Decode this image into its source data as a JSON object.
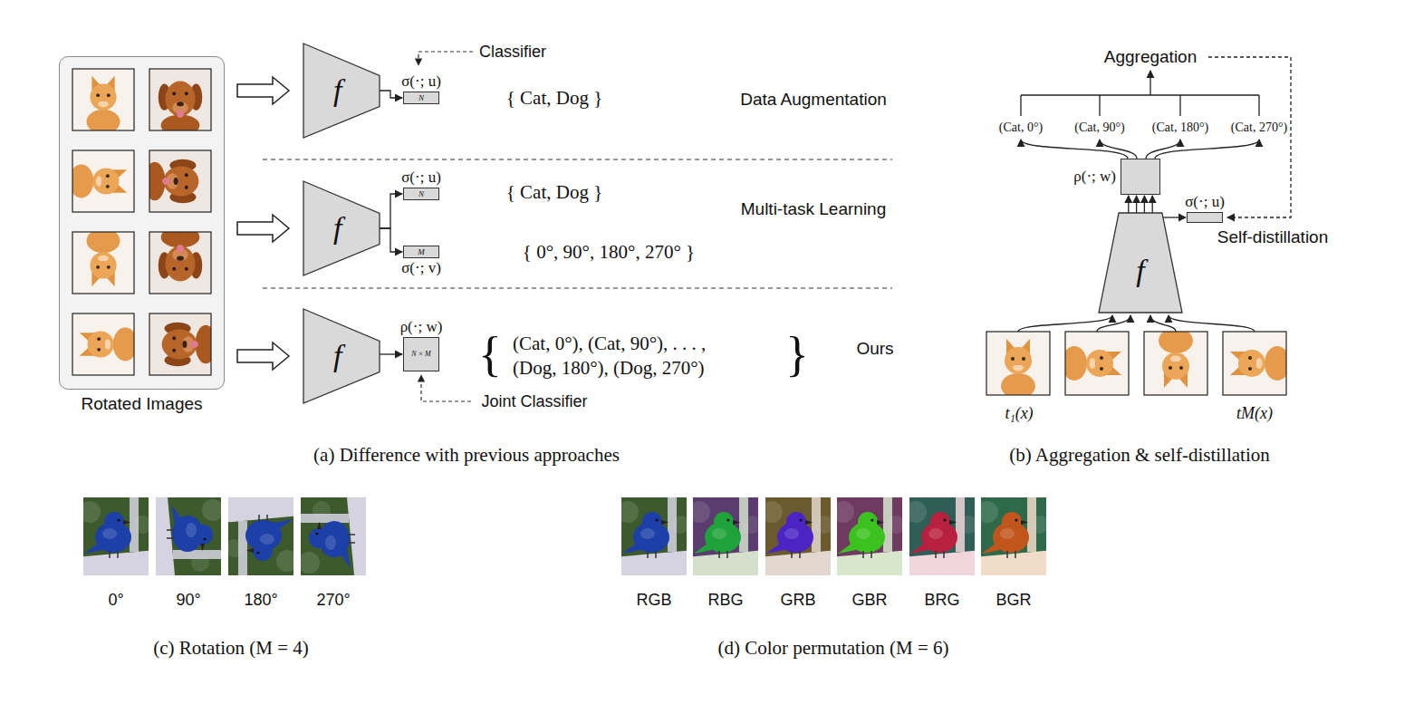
{
  "diagram": {
    "nodes": [
      {
        "text": [
          "Rotated Images"
        ]
      },
      {
        "text": [
          "f"
        ]
      },
      {
        "text": [
          "σ(·; u)",
          "N"
        ]
      },
      {
        "text": [
          "f"
        ]
      },
      {
        "text": [
          "σ(·; u)",
          "N"
        ]
      },
      {
        "text": [
          "σ(·; v)",
          "M"
        ]
      },
      {
        "text": [
          "f"
        ]
      },
      {
        "text": [
          "ρ(·; w)",
          "N × M"
        ]
      },
      {
        "text": [
          "f"
        ]
      },
      {
        "text": [
          "ρ(·; w)"
        ]
      },
      {
        "text": [
          "σ(·; u)"
        ]
      }
    ],
    "edges": [
      {
        "from": 0,
        "to": 1,
        "arrow": "to"
      },
      {
        "from": 0,
        "to": 3,
        "arrow": "to"
      },
      {
        "from": 0,
        "to": 6,
        "arrow": "to"
      },
      {
        "from": 1,
        "to": 2,
        "arrow": "to"
      },
      {
        "from": 3,
        "to": 4,
        "arrow": "to"
      },
      {
        "from": 3,
        "to": 5,
        "arrow": "to"
      },
      {
        "from": 6,
        "to": 7,
        "arrow": "to"
      },
      {
        "from": 8,
        "to": 9,
        "arrow": "to"
      },
      {
        "from": 8,
        "to": 10,
        "arrow": "to"
      }
    ],
    "labels": [
      "Classifier",
      "{ Cat, Dog }",
      "Data Augmentation",
      "{ Cat, Dog }",
      "{ 0°, 90°, 180°, 270° }",
      "Multi-task Learning",
      "{",
      "(Cat, 0°), (Cat, 90°), . . . ,",
      "(Dog, 180°), (Dog, 270°)",
      "}",
      "Ours",
      "Joint Classifier",
      "(a) Difference with previous approaches",
      "Aggregation",
      "(Cat, 0°)",
      "(Cat, 90°)",
      "(Cat, 180°)",
      "(Cat, 270°)",
      "Self-distillation",
      "t₁(x)",
      "tM(x)",
      "(b) Aggregation & self-distillation",
      "0°",
      "90°",
      "180°",
      "270°",
      "(c) Rotation (M = 4)",
      "RGB",
      "RBG",
      "GRB",
      "GBR",
      "BRG",
      "BGR",
      "(d) Color permutation (M = 6)"
    ]
  }
}
